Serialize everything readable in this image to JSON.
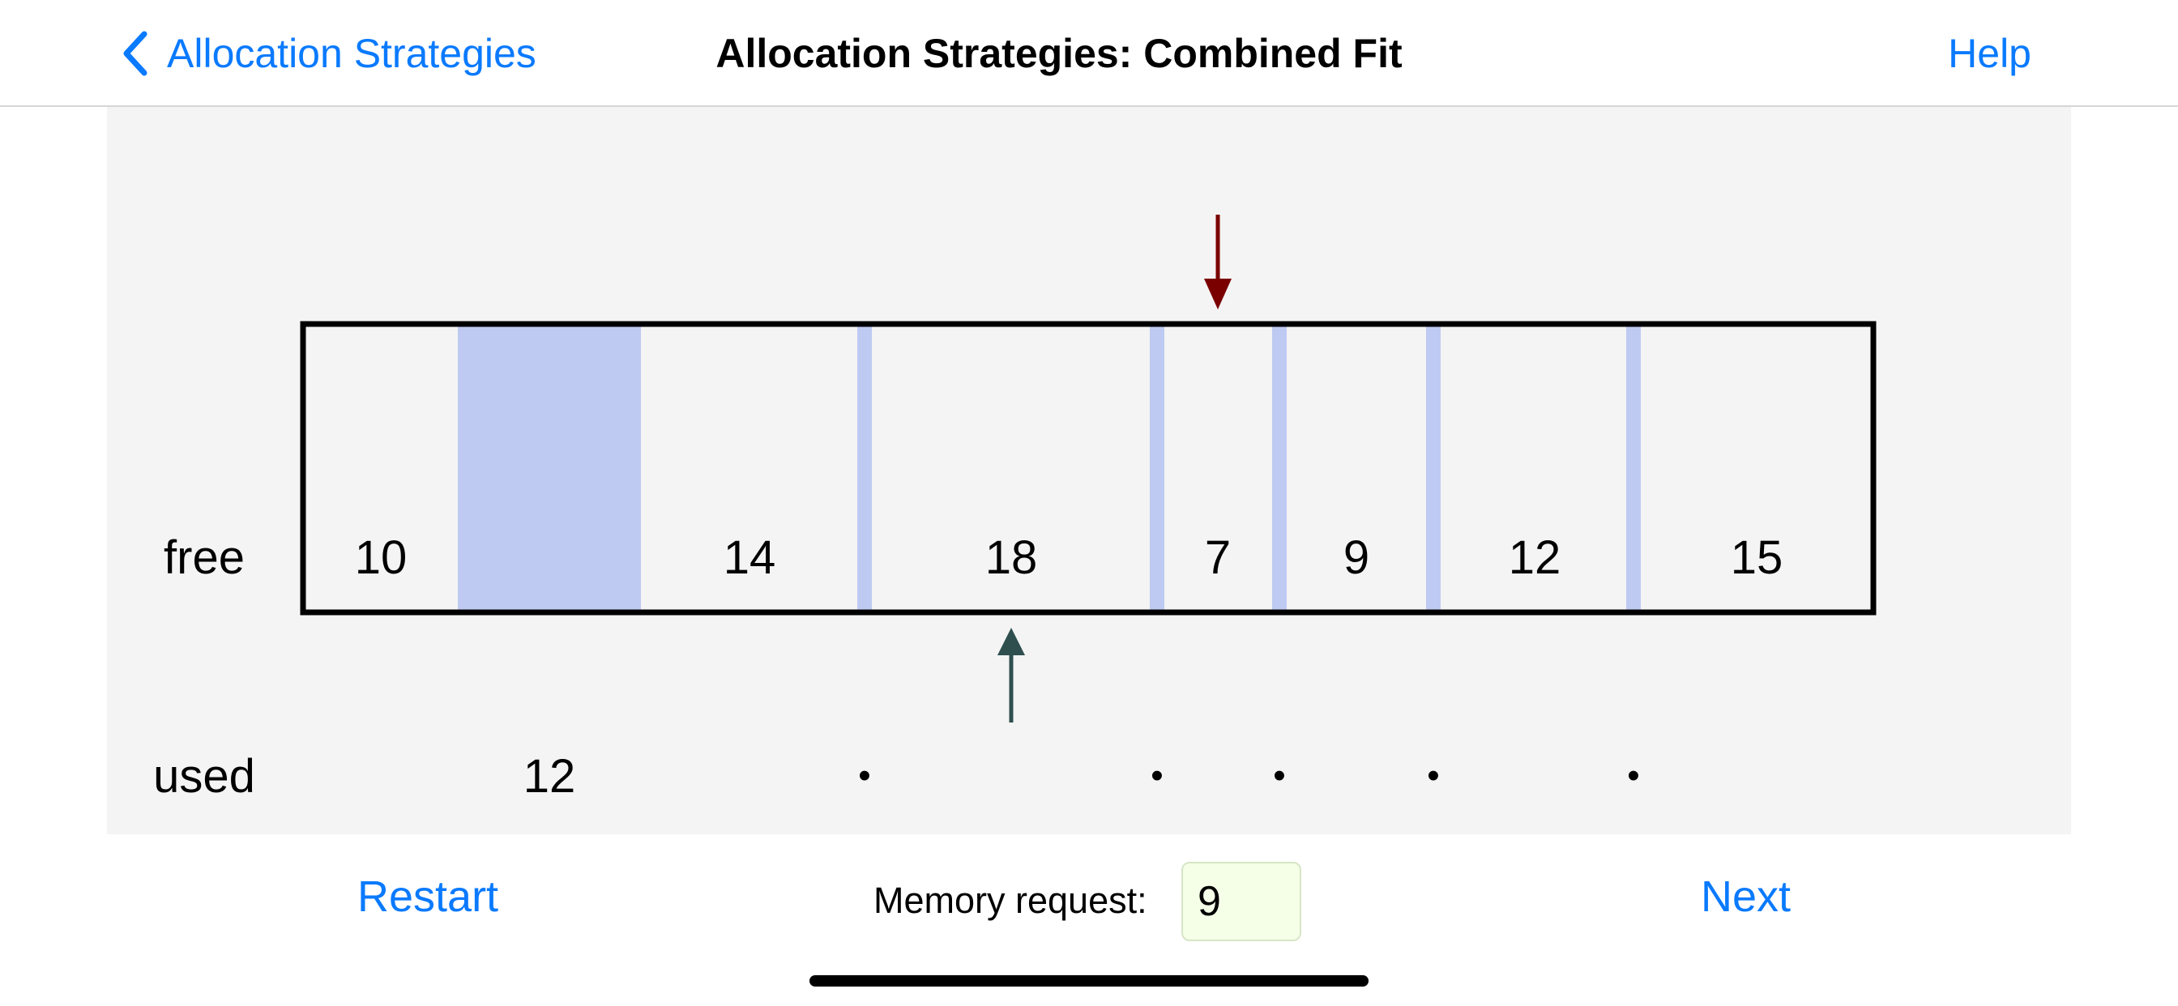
{
  "nav": {
    "back_label": "Allocation Strategies",
    "title": "Allocation Strategies: Combined Fit",
    "help_label": "Help"
  },
  "diagram": {
    "row_labels": {
      "free": "free",
      "used": "used"
    },
    "blocks": [
      {
        "kind": "free",
        "size": "10"
      },
      {
        "kind": "used",
        "size": "12"
      },
      {
        "kind": "free",
        "size": "14"
      },
      {
        "kind": "used",
        "size": "•"
      },
      {
        "kind": "free",
        "size": "18"
      },
      {
        "kind": "used",
        "size": "•"
      },
      {
        "kind": "free",
        "size": "7"
      },
      {
        "kind": "used",
        "size": "•"
      },
      {
        "kind": "free",
        "size": "9"
      },
      {
        "kind": "used",
        "size": "•"
      },
      {
        "kind": "free",
        "size": "12"
      },
      {
        "kind": "used",
        "size": "•"
      },
      {
        "kind": "free",
        "size": "15"
      }
    ],
    "colors": {
      "used_fill": "#bfcaf2",
      "border": "#000000",
      "top_arrow": "#7a0000",
      "bottom_arrow": "#2f4f4f",
      "background": "#f4f4f4"
    }
  },
  "toolbar": {
    "restart_label": "Restart",
    "request_label": "Memory request:",
    "request_value": "9",
    "next_label": "Next"
  },
  "colors": {
    "accent": "#0a7aff",
    "input_bg": "#f5ffe8"
  }
}
